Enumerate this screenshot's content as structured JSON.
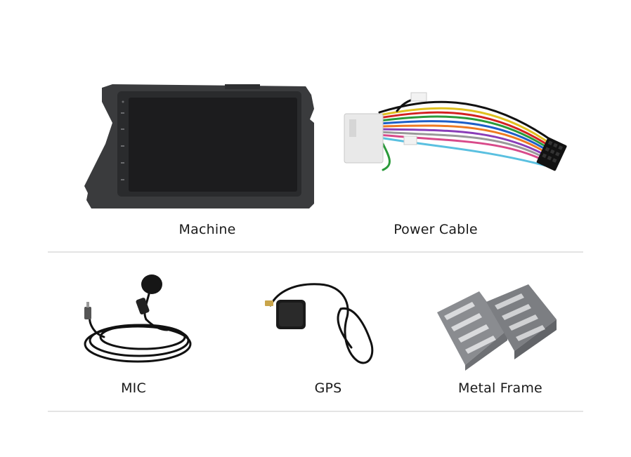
{
  "items": [
    {
      "id": "machine",
      "label": "Machine"
    },
    {
      "id": "power-cable",
      "label": "Power Cable"
    },
    {
      "id": "mic",
      "label": "MIC"
    },
    {
      "id": "gps",
      "label": "GPS"
    },
    {
      "id": "metal-frame",
      "label": "Metal Frame"
    }
  ],
  "colors": {
    "background": "#ffffff",
    "text": "#1a1a1a",
    "divider": "#e4e4e4",
    "bezel": "#3a3b3d",
    "screen": "#1c1c1e",
    "connector": "#e9e9e9",
    "metal": "#8a8c90"
  }
}
